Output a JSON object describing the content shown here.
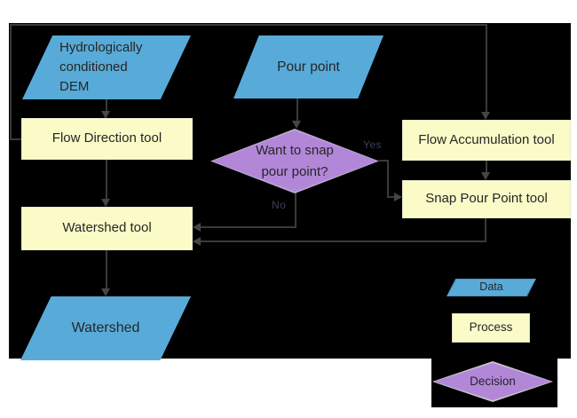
{
  "nodes": {
    "dem": {
      "line1": "Hydrologically",
      "line2": "conditioned",
      "line3": "DEM"
    },
    "pour_point": {
      "label": "Pour point"
    },
    "flow_direction": {
      "label": "Flow Direction tool"
    },
    "flow_accumulation": {
      "label": "Flow Accumulation tool"
    },
    "decision": {
      "line1": "Want to snap",
      "line2": "pour point?"
    },
    "snap_pour_point": {
      "label": "Snap Pour Point tool"
    },
    "watershed_tool": {
      "label": "Watershed tool"
    },
    "watershed_output": {
      "label": "Watershed"
    }
  },
  "edge_labels": {
    "yes": "Yes",
    "no": "No"
  },
  "legend": {
    "data": {
      "label": "Data",
      "fill": "#58ABD9"
    },
    "process": {
      "label": "Process",
      "fill": "#FBFBC8"
    },
    "decision": {
      "label": "Decision",
      "fill": "#B287D8"
    }
  },
  "colors": {
    "page_background": "#FFFFFF",
    "diagram_background": "#000000",
    "data_fill": "#58ABD9",
    "process_fill": "#FBFBC8",
    "decision_fill": "#B287D8",
    "connector": "#3A3A3A",
    "text": "#262626"
  }
}
